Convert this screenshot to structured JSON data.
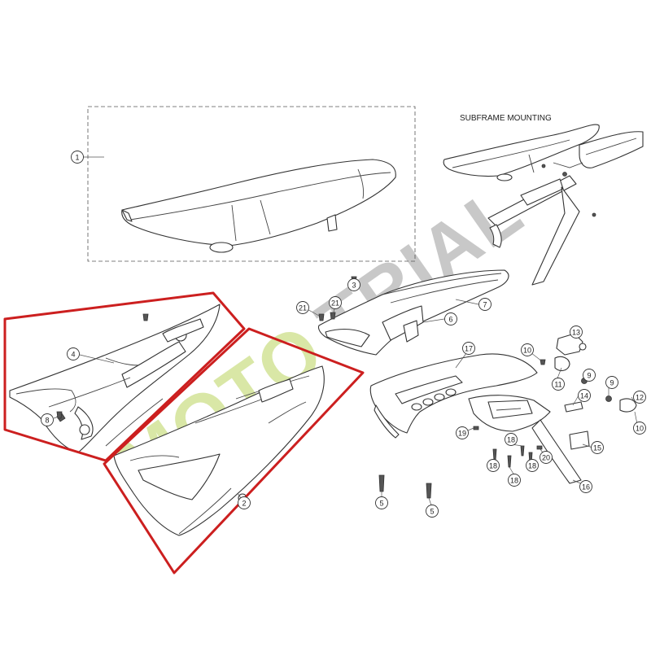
{
  "caption": "SUBFRAME MOUNTING",
  "watermark": {
    "text_left": "MOTO",
    "text_right": "TRIAL",
    "color_left": "#d9e7a6",
    "color_right": "#c8c8c8"
  },
  "highlight_color": "#cc1f1f",
  "callouts": [
    "1",
    "2",
    "3",
    "4",
    "5",
    "5",
    "6",
    "7",
    "8",
    "9",
    "9",
    "10",
    "10",
    "11",
    "12",
    "13",
    "14",
    "15",
    "16",
    "17",
    "18",
    "18",
    "18",
    "18",
    "19",
    "20",
    "21",
    "21"
  ]
}
